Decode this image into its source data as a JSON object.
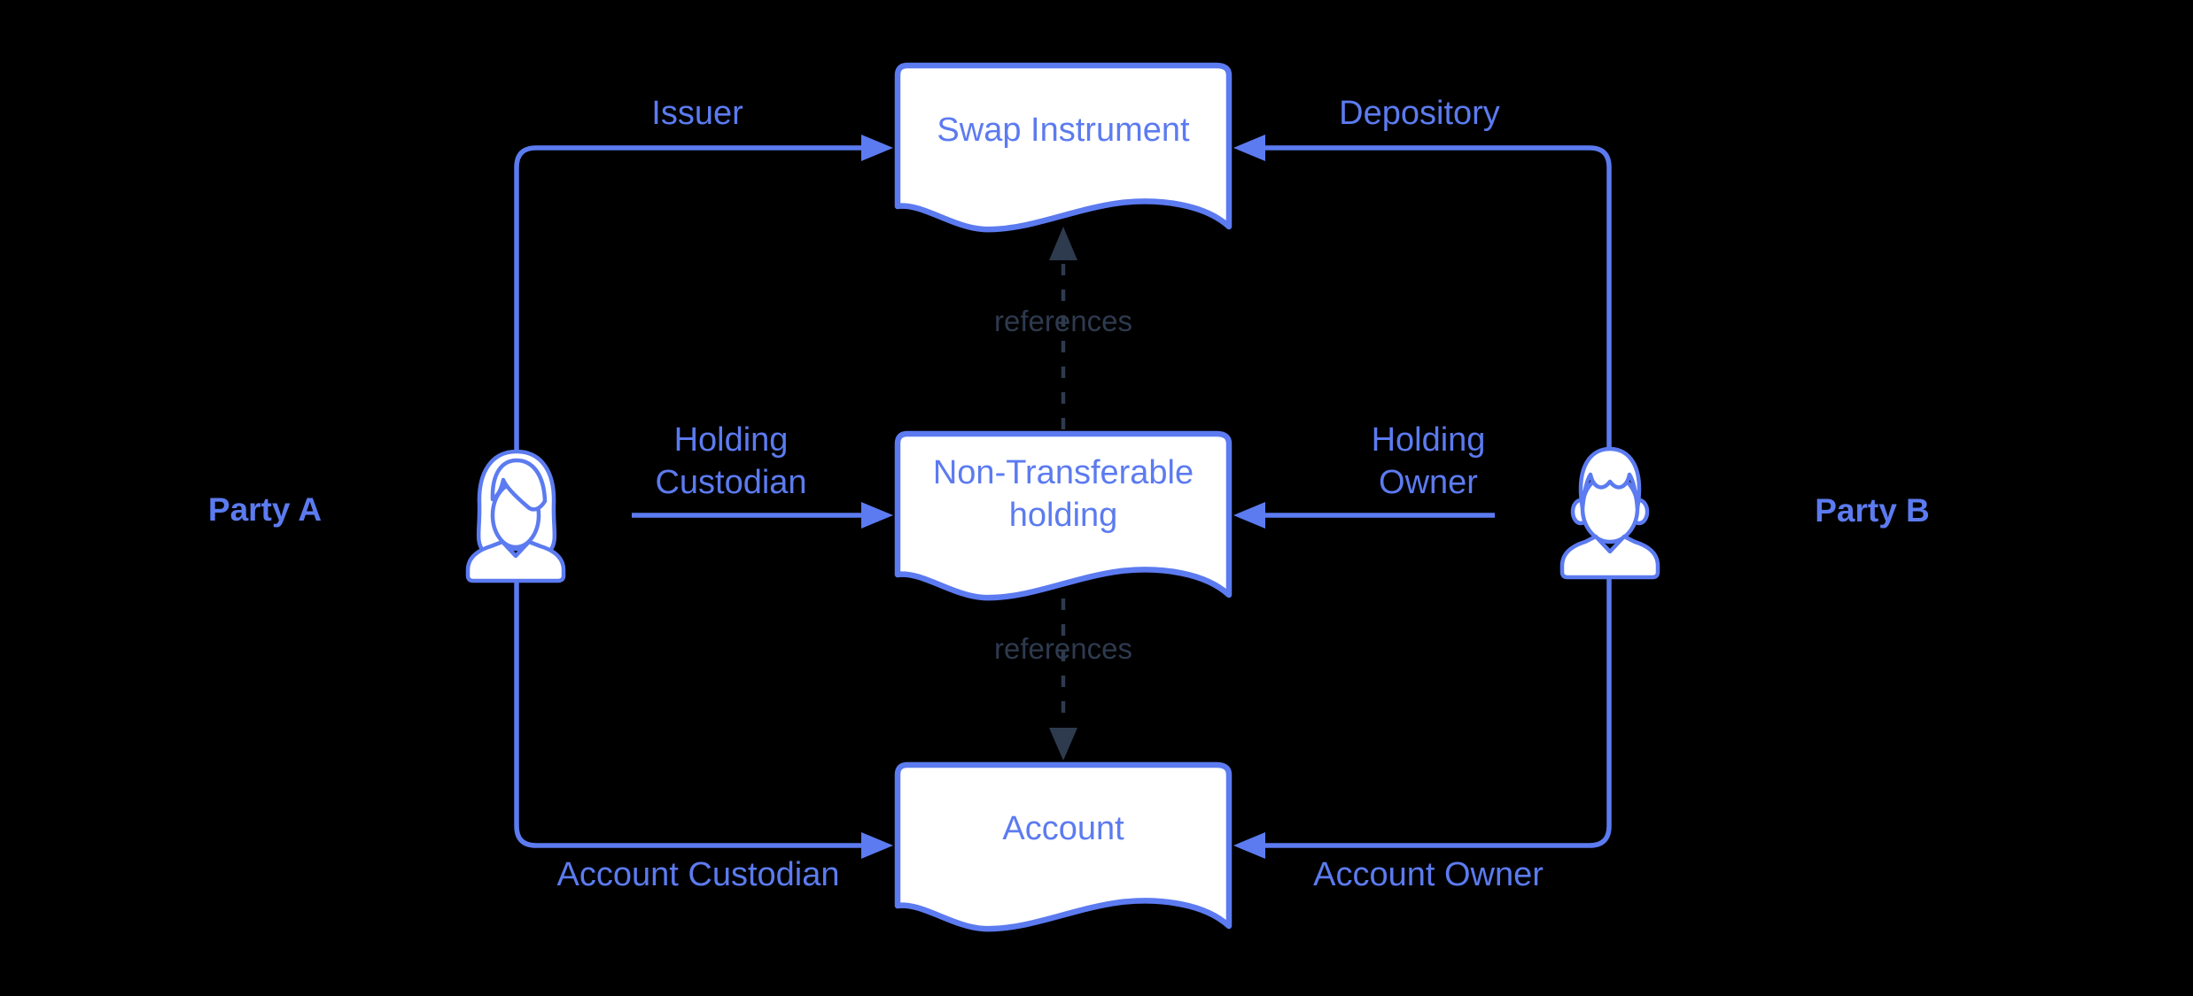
{
  "palette": {
    "background": "#000000",
    "accent_blue": "#5c7bf0",
    "muted_slate": "#2e3a4e",
    "shape_fill": "#ffffff"
  },
  "actors": {
    "party_a": {
      "label": "Party A"
    },
    "party_b": {
      "label": "Party B"
    }
  },
  "nodes": {
    "swap_instrument": {
      "label": "Swap Instrument"
    },
    "non_transferable_holding": {
      "line1": "Non-Transferable",
      "line2": "holding"
    },
    "account": {
      "label": "Account"
    }
  },
  "edges": {
    "issuer": {
      "label": "Issuer"
    },
    "depository": {
      "label": "Depository"
    },
    "holding_custodian": {
      "line1": "Holding",
      "line2": "Custodian"
    },
    "holding_owner": {
      "line1": "Holding",
      "line2": "Owner"
    },
    "account_custodian": {
      "label": "Account Custodian"
    },
    "account_owner": {
      "label": "Account Owner"
    },
    "references_top": {
      "label": "references"
    },
    "references_bottom": {
      "label": "references"
    }
  }
}
